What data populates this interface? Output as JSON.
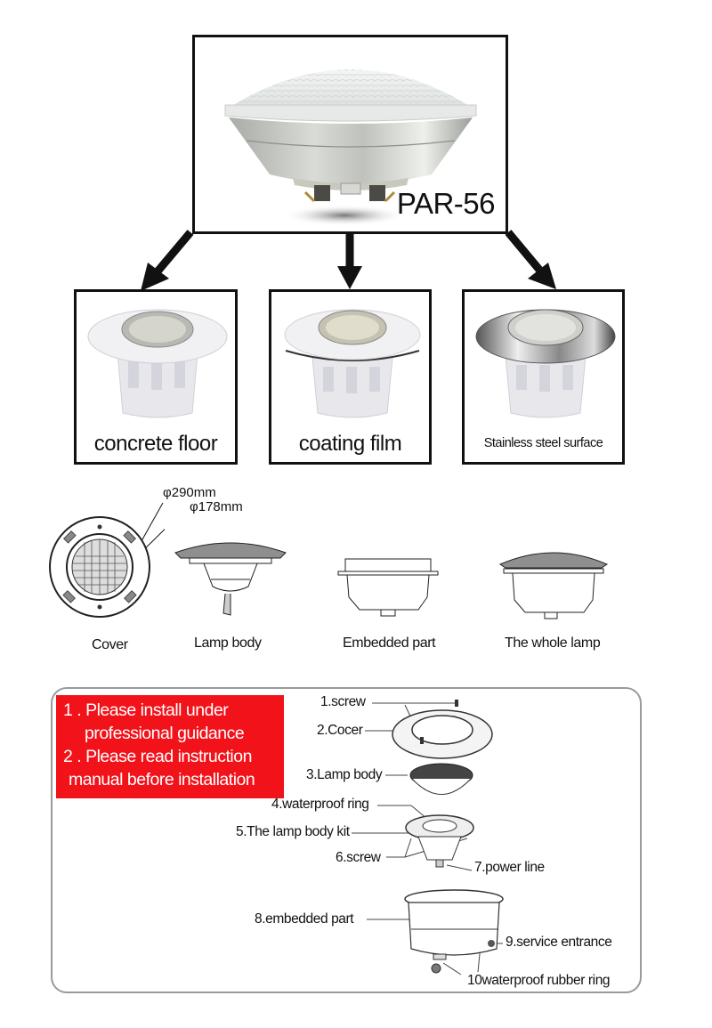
{
  "hero": {
    "model_label": "PAR-56",
    "image": "par56-led-bulb"
  },
  "colors": {
    "frame_border": "#111111",
    "warning_bg": "#f2121a",
    "warning_text": "#ffffff",
    "panel_border": "#9a9a9a"
  },
  "variants": [
    {
      "label": "concrete floor",
      "image": "niche-light-white-cover"
    },
    {
      "label": "coating film",
      "image": "niche-light-white-cover-with-gap"
    },
    {
      "label": "Stainless steel surface",
      "image": "niche-light-stainless-cover"
    }
  ],
  "dimensions": {
    "outer": "φ290mm",
    "inner": "φ178mm"
  },
  "components": [
    {
      "label": "Cover"
    },
    {
      "label": "Lamp body"
    },
    {
      "label": "Embedded part"
    },
    {
      "label": "The whole lamp"
    }
  ],
  "warnings": {
    "line1a": "1 . Please install under",
    "line1b": "professional guidance",
    "line2a": "2 . Please read instruction",
    "line2b": "manual before installation"
  },
  "exploded_view": {
    "parts": [
      {
        "label": "1.screw"
      },
      {
        "label": "2.Cocer"
      },
      {
        "label": "3.Lamp body"
      },
      {
        "label": "4.waterproof ring"
      },
      {
        "label": "5.The lamp body kit"
      },
      {
        "label": "6.screw"
      },
      {
        "label": "7.power line"
      },
      {
        "label": "8.embedded part"
      },
      {
        "label": "9.service entrance"
      },
      {
        "label": "10waterproof rubber ring"
      }
    ]
  }
}
